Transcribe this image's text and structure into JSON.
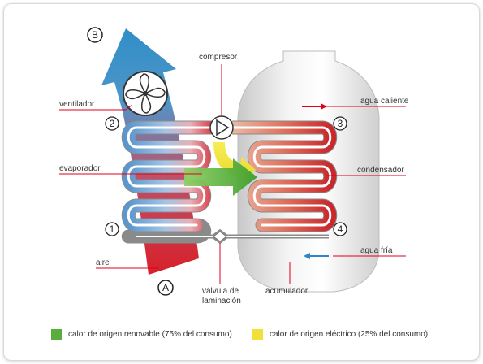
{
  "labels": {
    "compresor": "compresor",
    "ventilador": "ventilador",
    "evaporador": "evaporador",
    "aire": "aire",
    "valvula_line1": "válvula de",
    "valvula_line2": "laminación",
    "acumulador": "acumulador",
    "agua_caliente": "agua caliente",
    "condensador": "condensador",
    "agua_fria": "agua fría"
  },
  "markers": {
    "A": "A",
    "B": "B",
    "n1": "1",
    "n2": "2",
    "n3": "3",
    "n4": "4"
  },
  "legend": {
    "renewable": {
      "text": "calor de origen renovable (75% del consumo)",
      "color": "#5aad3a"
    },
    "electric": {
      "text": "calor de origen eléctrico (25% del consumo)",
      "color": "#f0e13a"
    }
  },
  "colors": {
    "accent_red": "#e0001b",
    "hot": "#d92f37",
    "cold": "#4a8ec8",
    "tank": "#d9d9d9"
  }
}
